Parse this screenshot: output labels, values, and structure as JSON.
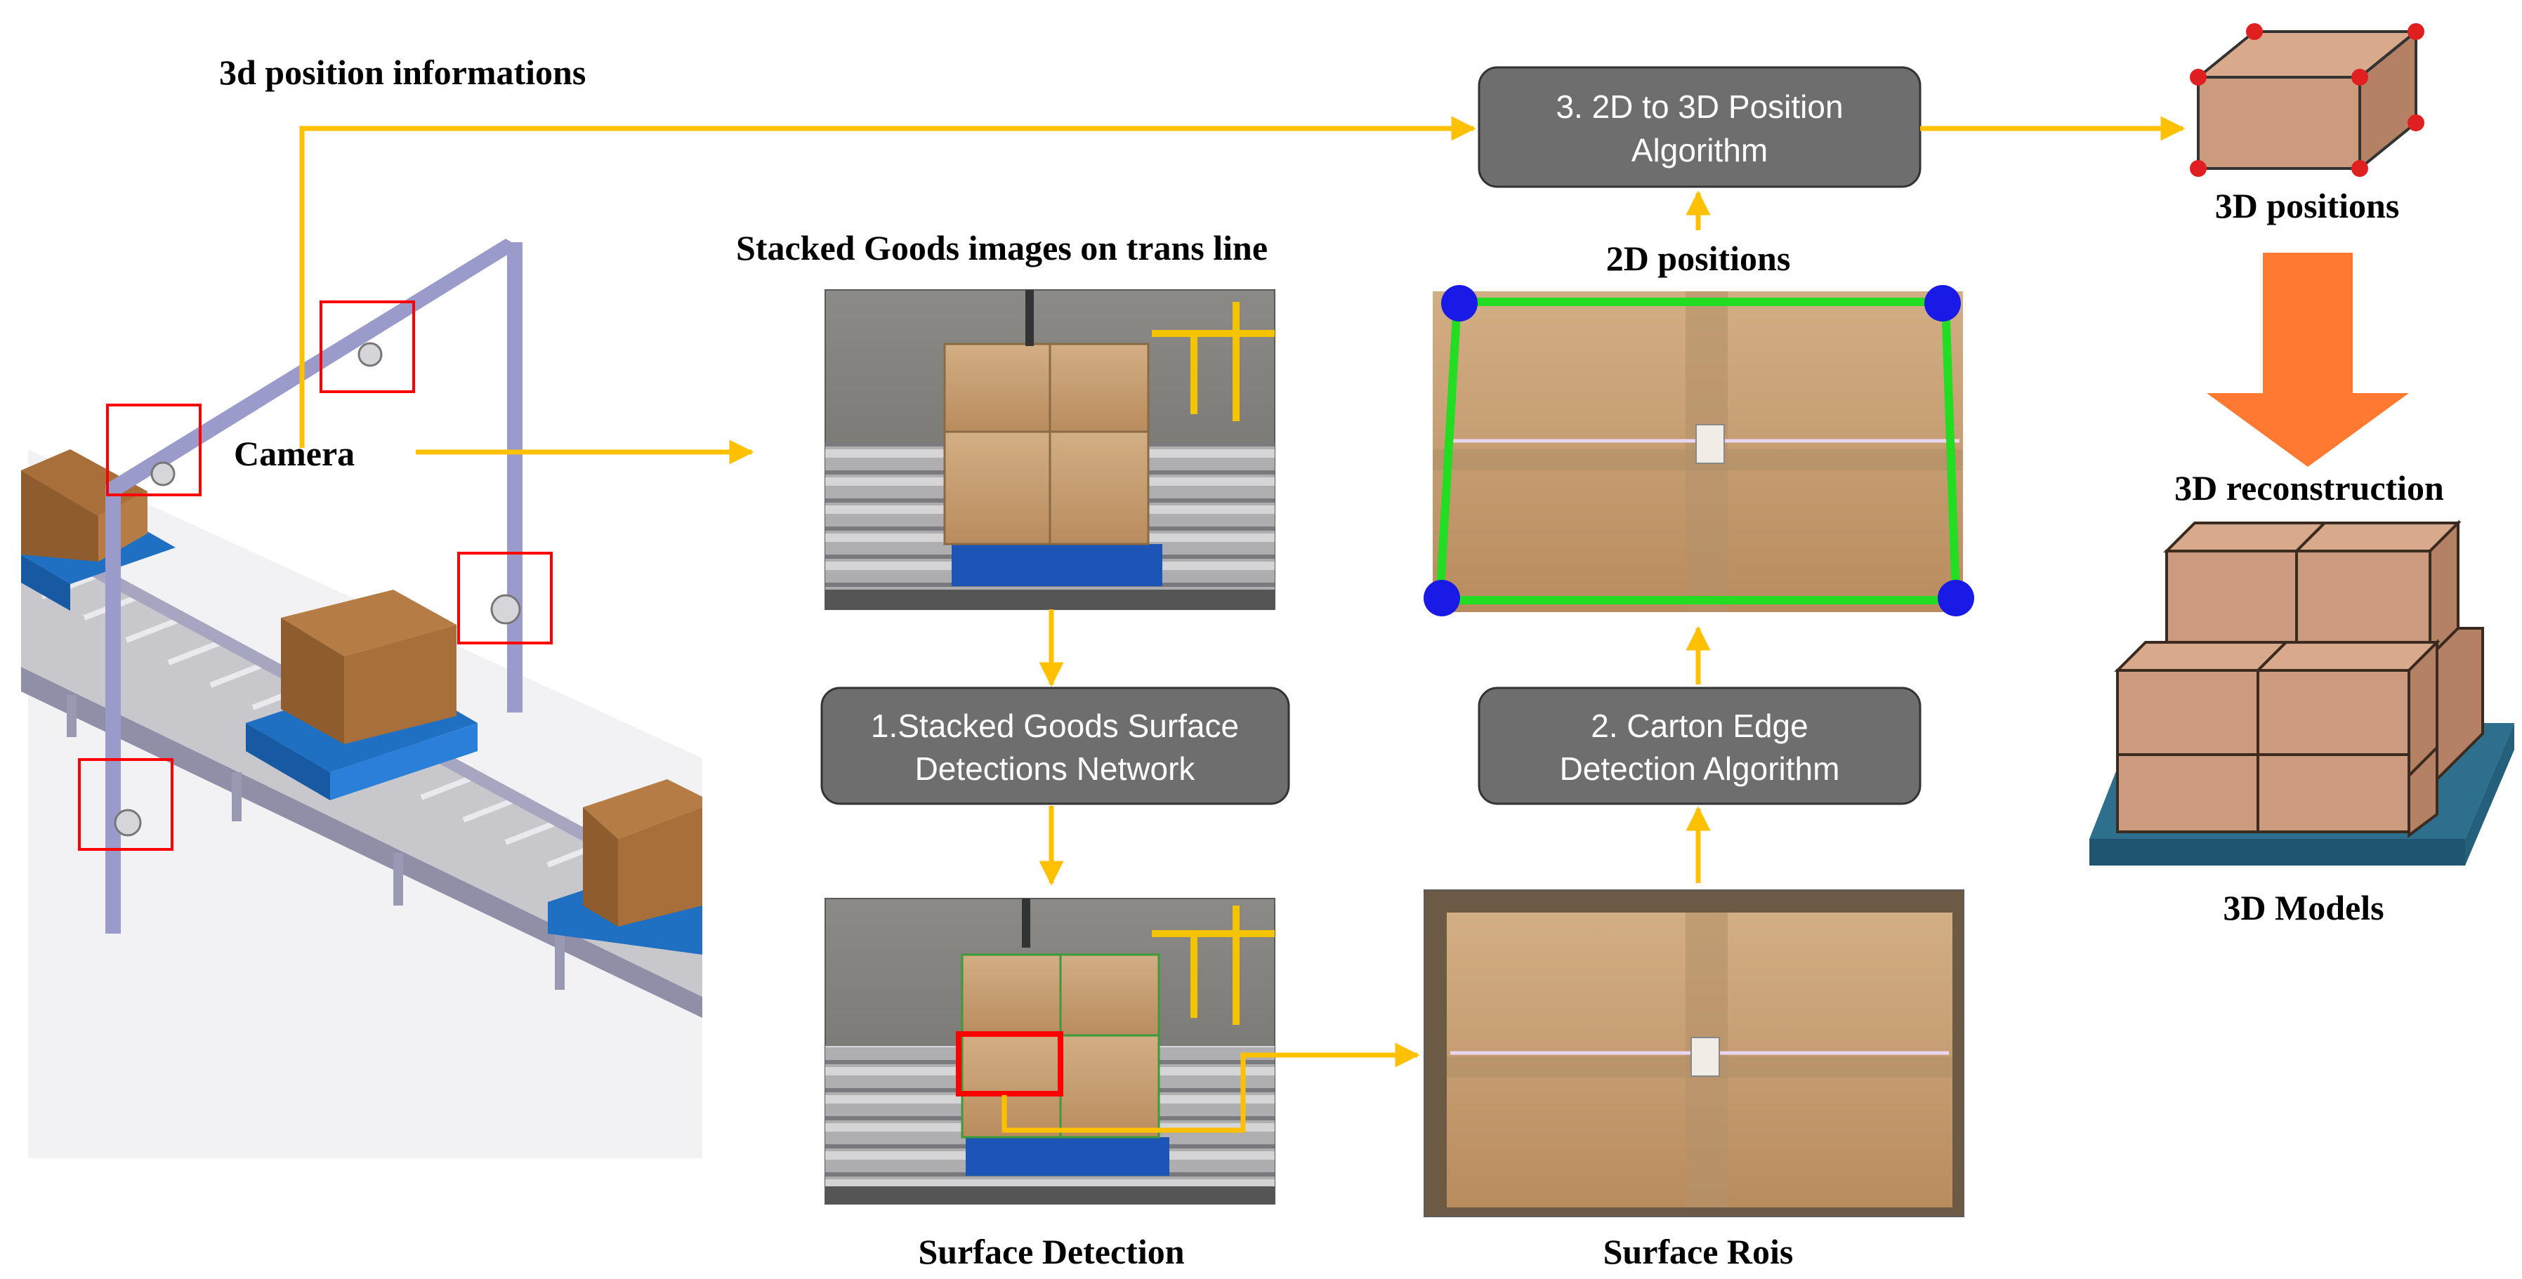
{
  "labels": {
    "position_info": "3d position informations",
    "camera": "Camera",
    "stacked_images": "Stacked Goods images on trans line",
    "positions_2d": "2D positions",
    "positions_3d": "3D positions",
    "reconstruction": "3D reconstruction",
    "models": "3D Models",
    "surface_detection": "Surface Detection",
    "surface_rois": "Surface Rois"
  },
  "steps": {
    "step1": {
      "line1": "1.Stacked Goods Surface",
      "line2": "Detections Network"
    },
    "step2": {
      "line1": "2. Carton Edge",
      "line2": "Detection Algorithm"
    },
    "step3": {
      "line1": "3. 2D to 3D Position",
      "line2": "Algorithm"
    }
  },
  "colors": {
    "arrow": "#FFC000",
    "process_box": "#6E6E6E",
    "recon_arrow": "#FF7A30",
    "carton": "#C9A27A",
    "pallet": "#2E6F8E",
    "detection_box": "#FF0000",
    "camera_marker": "#FF0000",
    "edge_line": "#22DD22",
    "corner_dot": "#1A1AE6"
  },
  "icons": {
    "conveyor": "conveyor-illustration",
    "box_3d": "cuboid-with-corners-icon",
    "stack_3d": "stacked-cartons-icon"
  }
}
